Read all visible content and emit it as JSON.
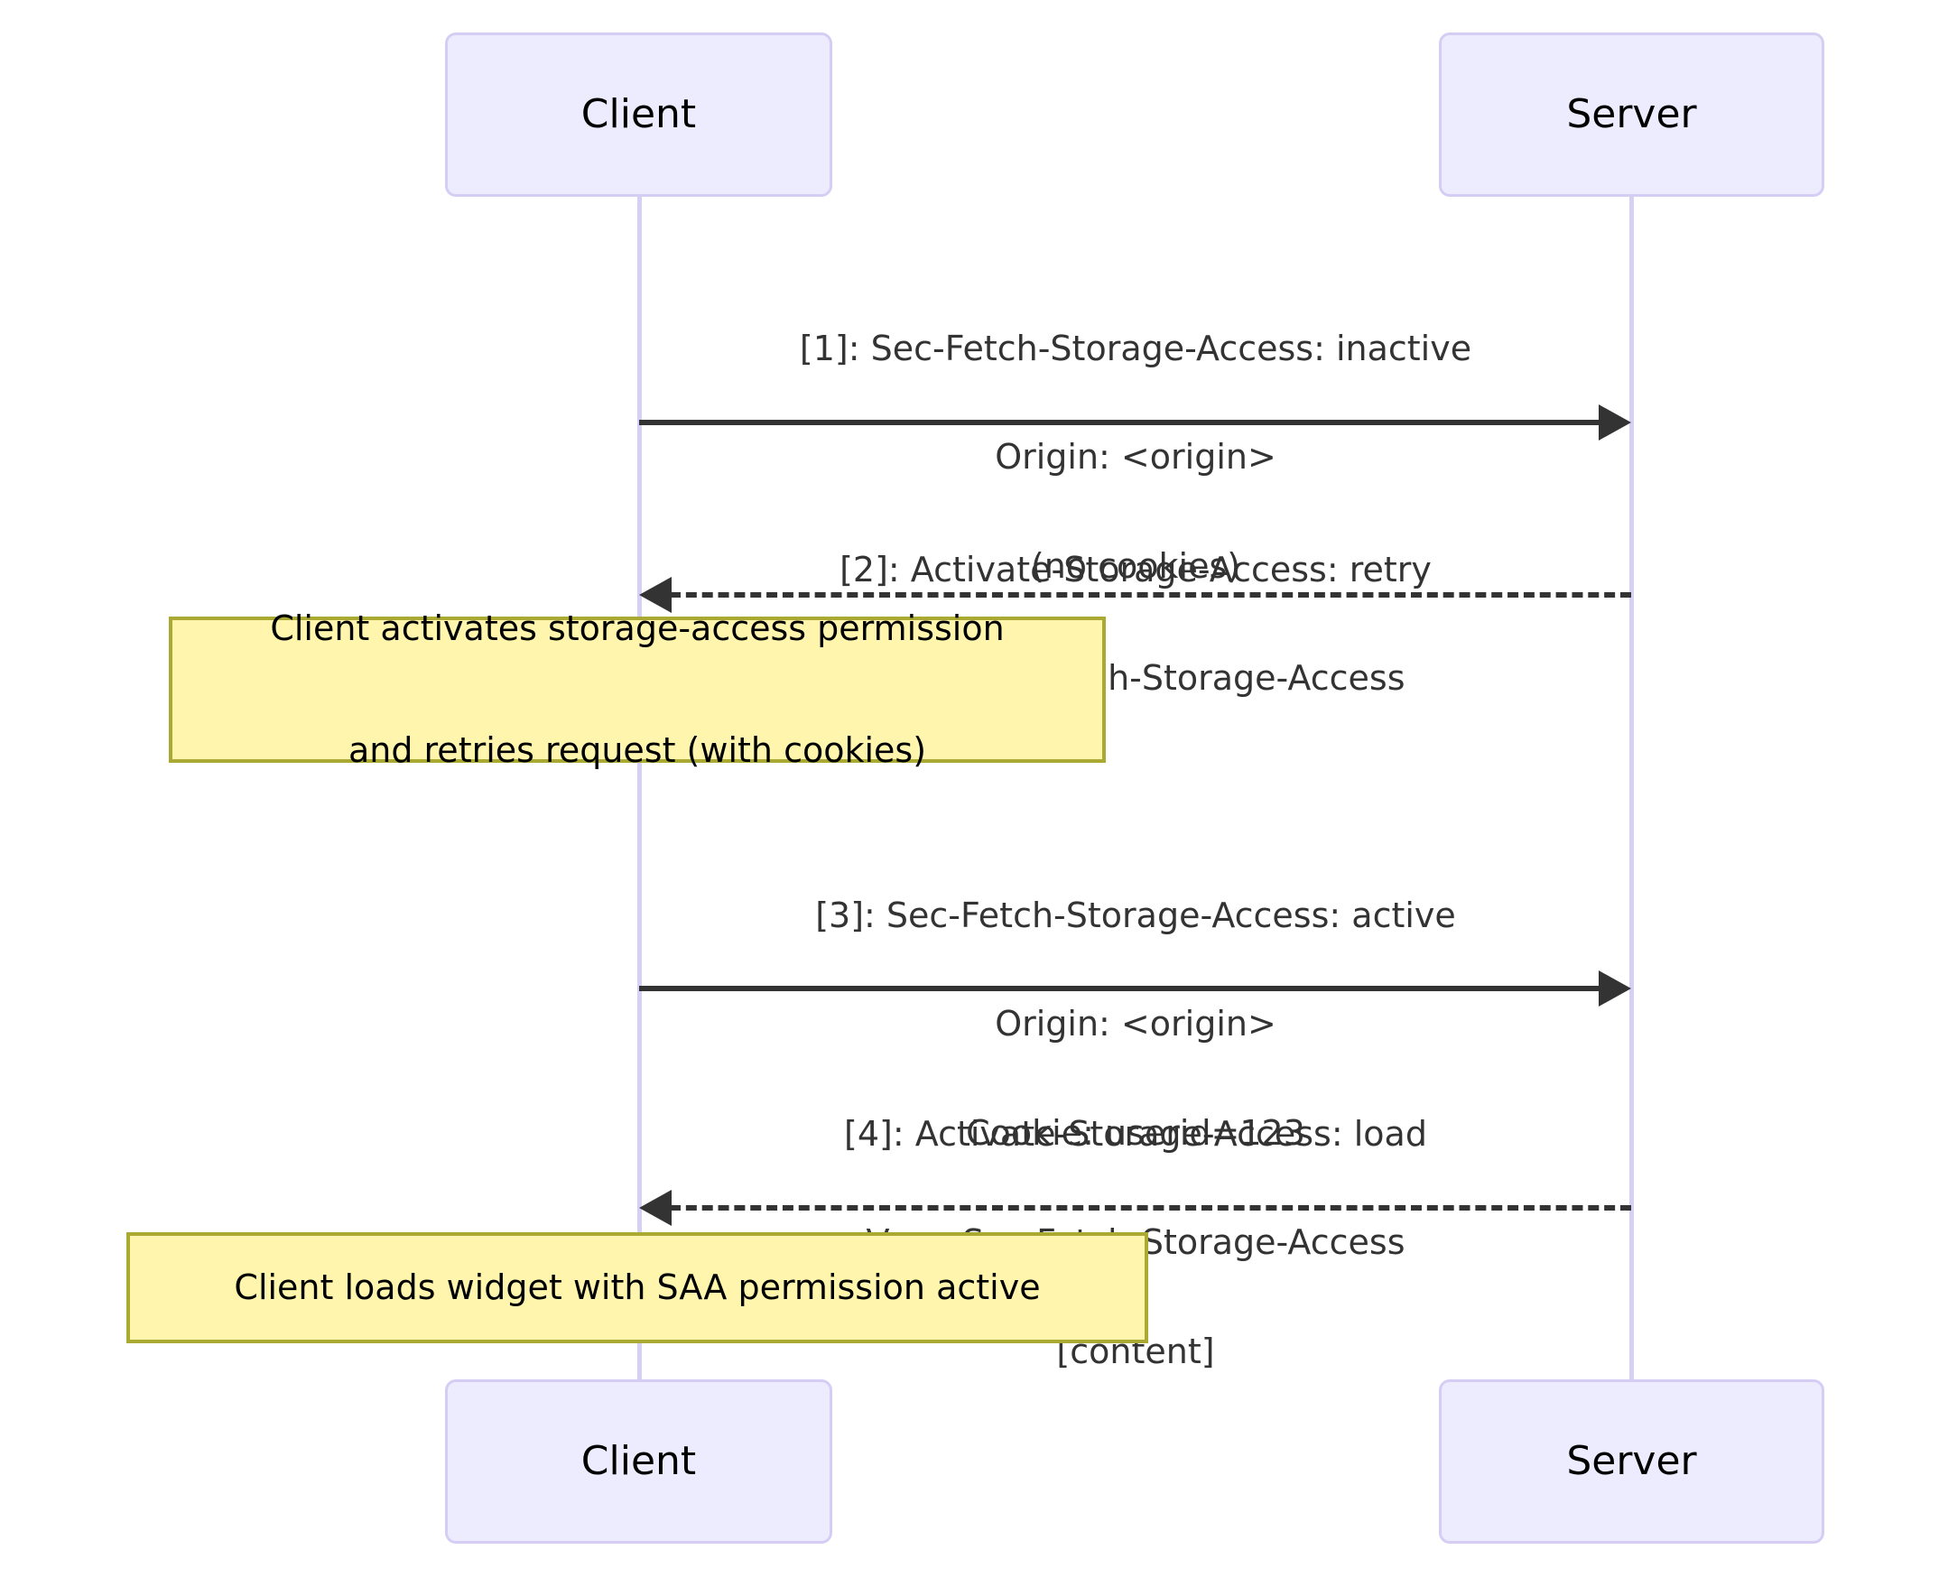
{
  "diagram": {
    "type": "sequence-diagram",
    "background_color": "#ffffff",
    "participants": [
      {
        "id": "client",
        "label": "Client"
      },
      {
        "id": "server",
        "label": "Server"
      }
    ],
    "colors": {
      "actor_fill": "#ececfe",
      "actor_border": "#d6cdf5",
      "lifeline": "#d7d0f5",
      "arrow": "#333333",
      "note_fill": "#fff5ad",
      "note_border": "#aaaa33",
      "text": "#333333"
    },
    "messages": [
      {
        "index": "1",
        "from": "client",
        "to": "server",
        "line_style": "solid",
        "direction": "right",
        "lines": [
          "[1]: Sec-Fetch-Storage-Access: inactive",
          "Origin: <origin>",
          "(no cookies)"
        ]
      },
      {
        "index": "2",
        "from": "server",
        "to": "client",
        "line_style": "dashed",
        "direction": "left",
        "lines": [
          "[2]: Activate-Storage-Access: retry",
          "Vary: Sec-Fetch-Storage-Access"
        ]
      },
      {
        "index": "3",
        "from": "client",
        "to": "server",
        "line_style": "solid",
        "direction": "right",
        "lines": [
          "[3]: Sec-Fetch-Storage-Access: active",
          "Origin: <origin>",
          "Cookie: userid=123"
        ]
      },
      {
        "index": "4",
        "from": "server",
        "to": "client",
        "line_style": "dashed",
        "direction": "left",
        "lines": [
          "[4]: Activate-Storage-Access: load",
          "Vary: Sec-Fetch-Storage-Access",
          "[content]"
        ]
      }
    ],
    "notes": [
      {
        "id": "note-activate",
        "over": "client",
        "lines": [
          "Client activates storage-access permission",
          "and retries request (with cookies)"
        ]
      },
      {
        "id": "note-load",
        "over": "client",
        "lines": [
          "Client loads widget with SAA permission active"
        ]
      }
    ]
  }
}
